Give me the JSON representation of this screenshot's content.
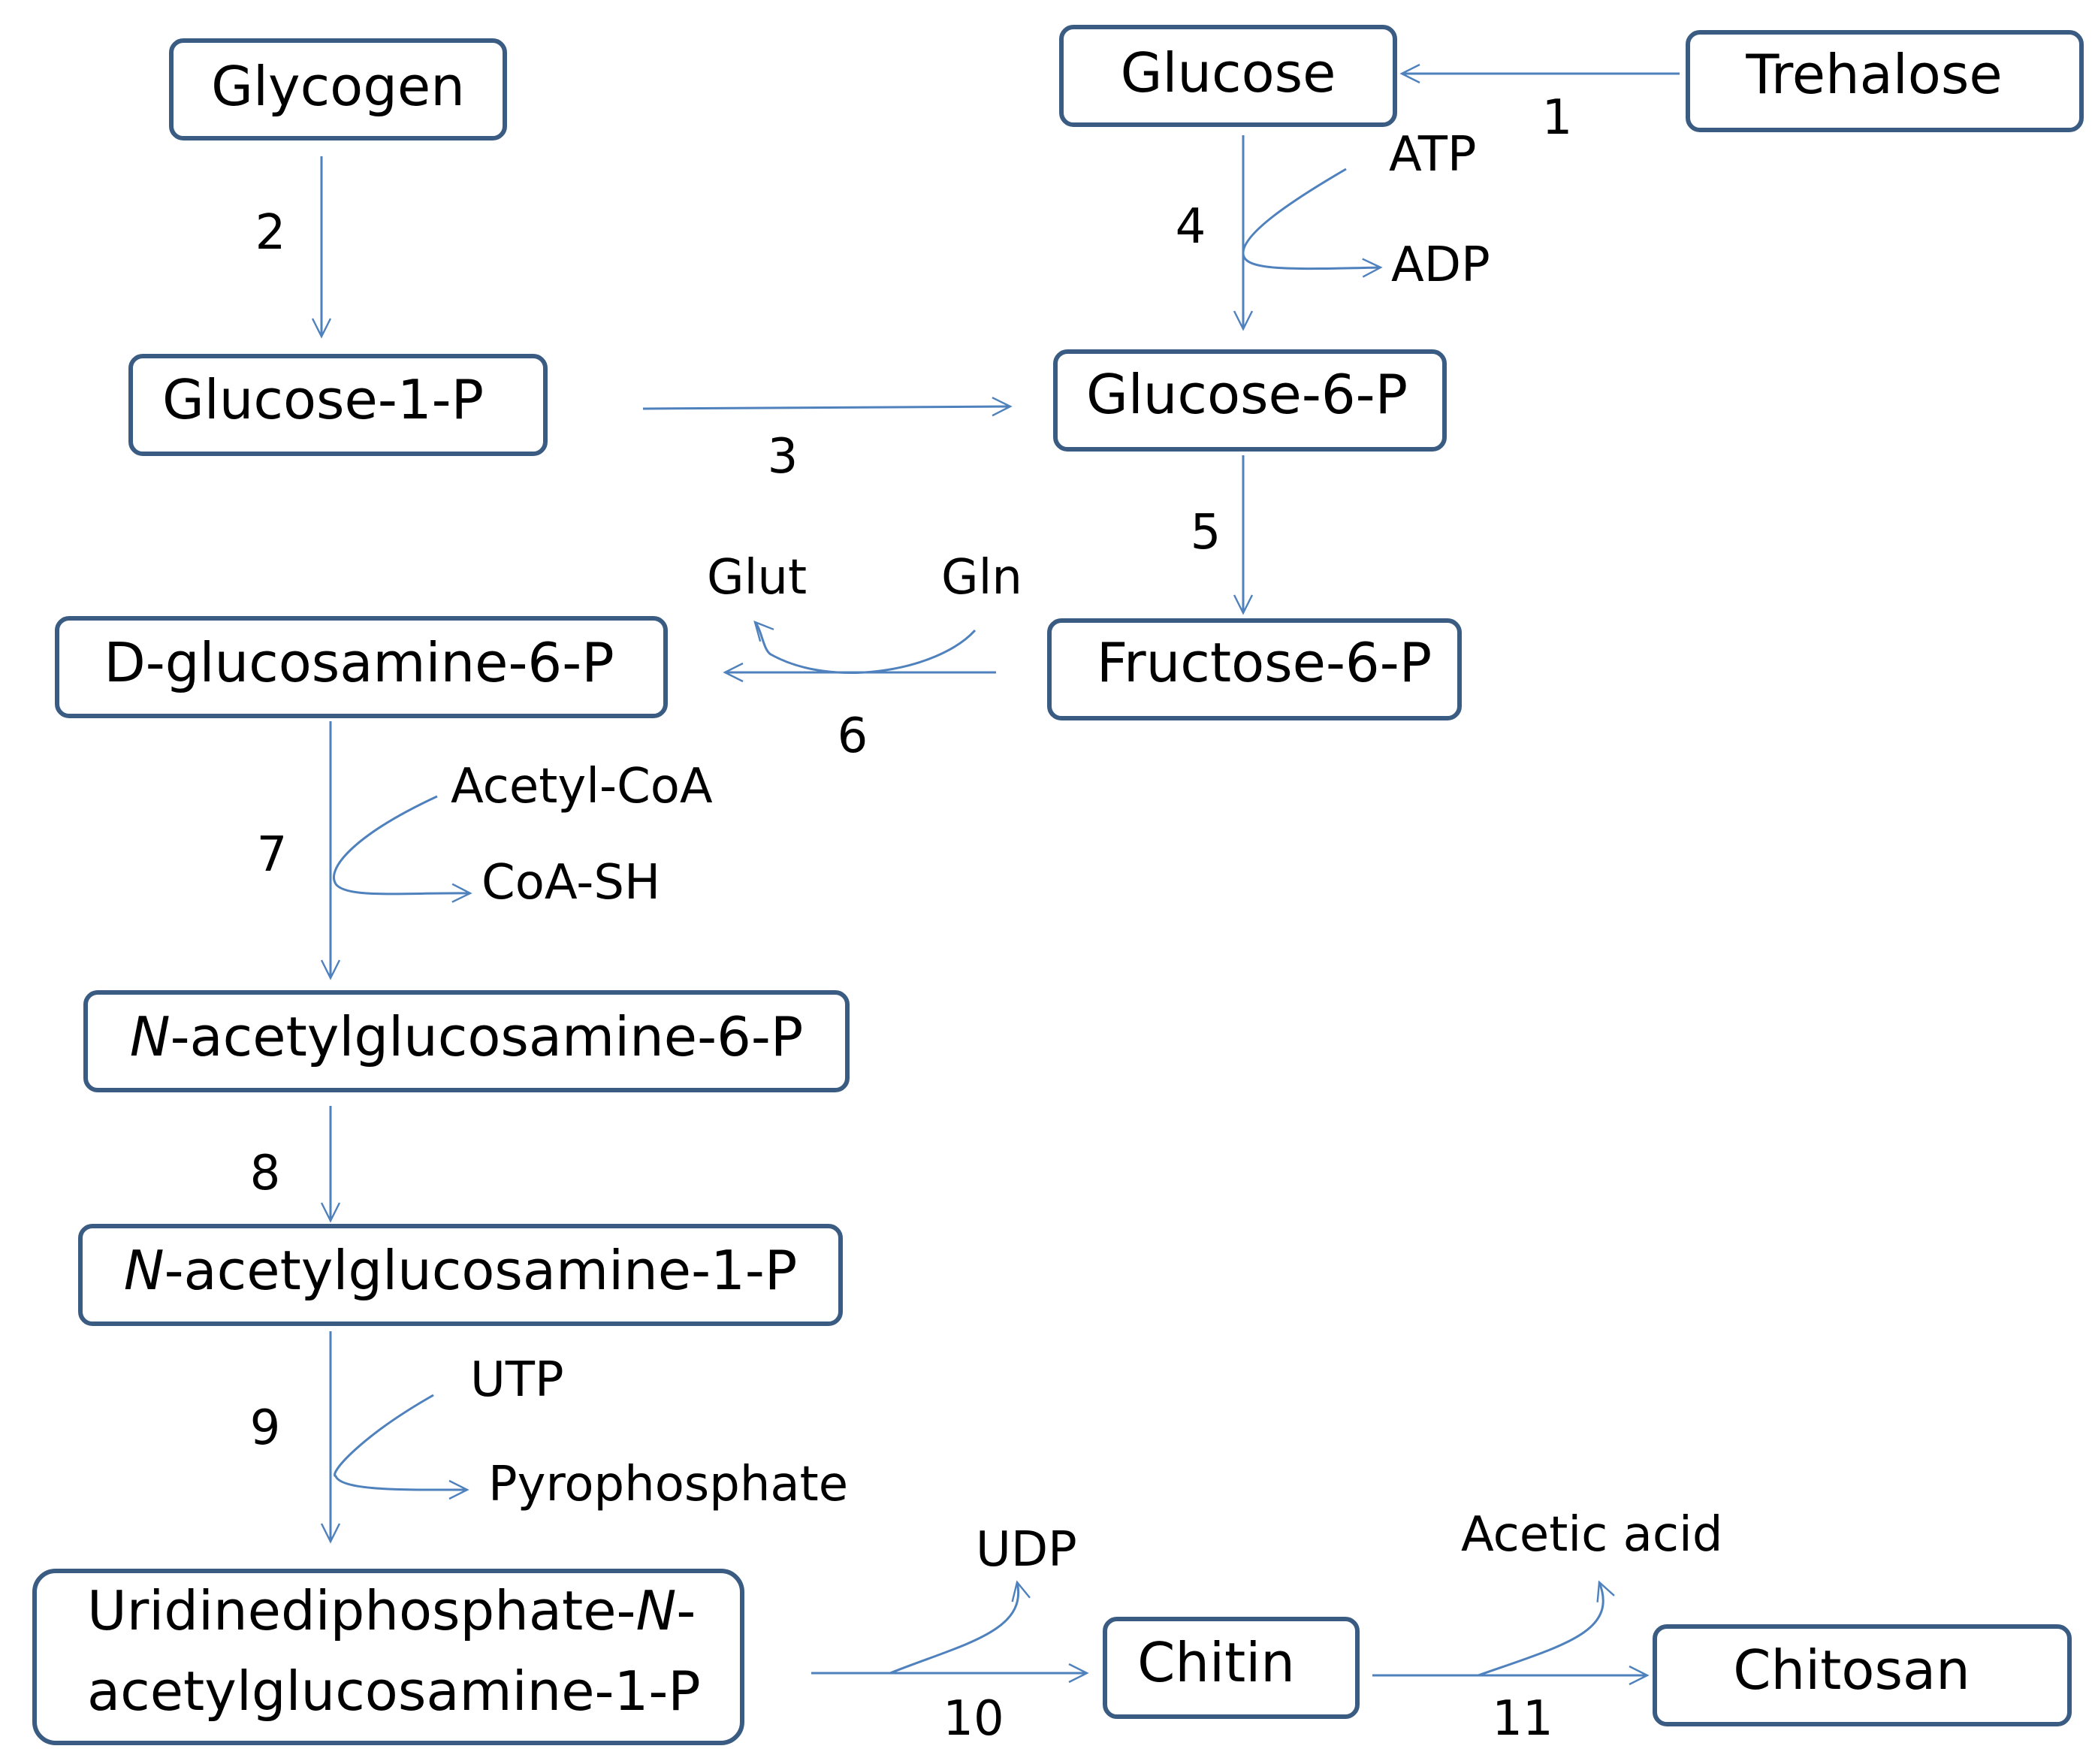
{
  "nodes": {
    "glycogen": {
      "label": "Glycogen"
    },
    "glucose": {
      "label": "Glucose"
    },
    "trehalose": {
      "label": "Trehalose"
    },
    "glucose_1_p": {
      "label": "Glucose-1-P"
    },
    "glucose_6_p": {
      "label": "Glucose-6-P"
    },
    "fructose_6_p": {
      "label": "Fructose-6-P"
    },
    "d_glucosamine_6_p": {
      "label": "D-glucosamine-6-P"
    },
    "n_acetylglucosamine_6_p": {
      "prefix": "N",
      "label": "-acetylglucosamine-6-P"
    },
    "n_acetylglucosamine_1_p": {
      "prefix": "N",
      "label": "-acetylglucosamine-1-P"
    },
    "udp_n_acetylglucosamine_1_p": {
      "line1_pre": "Uridinediphosphate-",
      "line1_ital": "N",
      "line1_post": "-",
      "line2": "acetylglucosamine-1-P"
    },
    "chitin": {
      "label": "Chitin"
    },
    "chitosan": {
      "label": "Chitosan"
    }
  },
  "steps": {
    "step1": "1",
    "step2": "2",
    "step3": "3",
    "step4": "4",
    "step5": "5",
    "step6": "6",
    "step7": "7",
    "step8": "8",
    "step9": "9",
    "step10": "10",
    "step11": "11"
  },
  "cofactors": {
    "atp": "ATP",
    "adp": "ADP",
    "glut": "Glut",
    "gln": "Gln",
    "acetyl_coa": "Acetyl-CoA",
    "coa_sh": "CoA-SH",
    "utp": "UTP",
    "pyrophosphate": "Pyrophosphate",
    "udp": "UDP",
    "acetic_acid": "Acetic acid"
  },
  "colors": {
    "box_border": "#3b5c82",
    "arrow": "#4f81bd",
    "text": "#000000"
  }
}
